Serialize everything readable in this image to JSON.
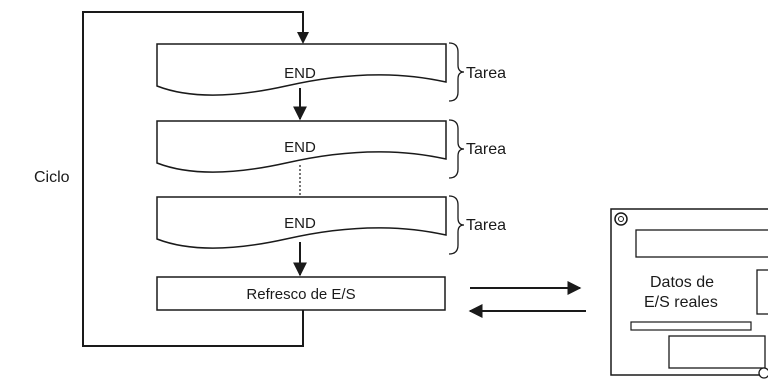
{
  "cycle_label": "Ciclo",
  "tasks": [
    {
      "label": "END",
      "brace_label": "Tarea"
    },
    {
      "label": "END",
      "brace_label": "Tarea"
    },
    {
      "label": "END",
      "brace_label": "Tarea"
    }
  ],
  "io_refresh_label": "Refresco de E/S",
  "io_data_line1": "Datos de",
  "io_data_line2": "E/S reales"
}
